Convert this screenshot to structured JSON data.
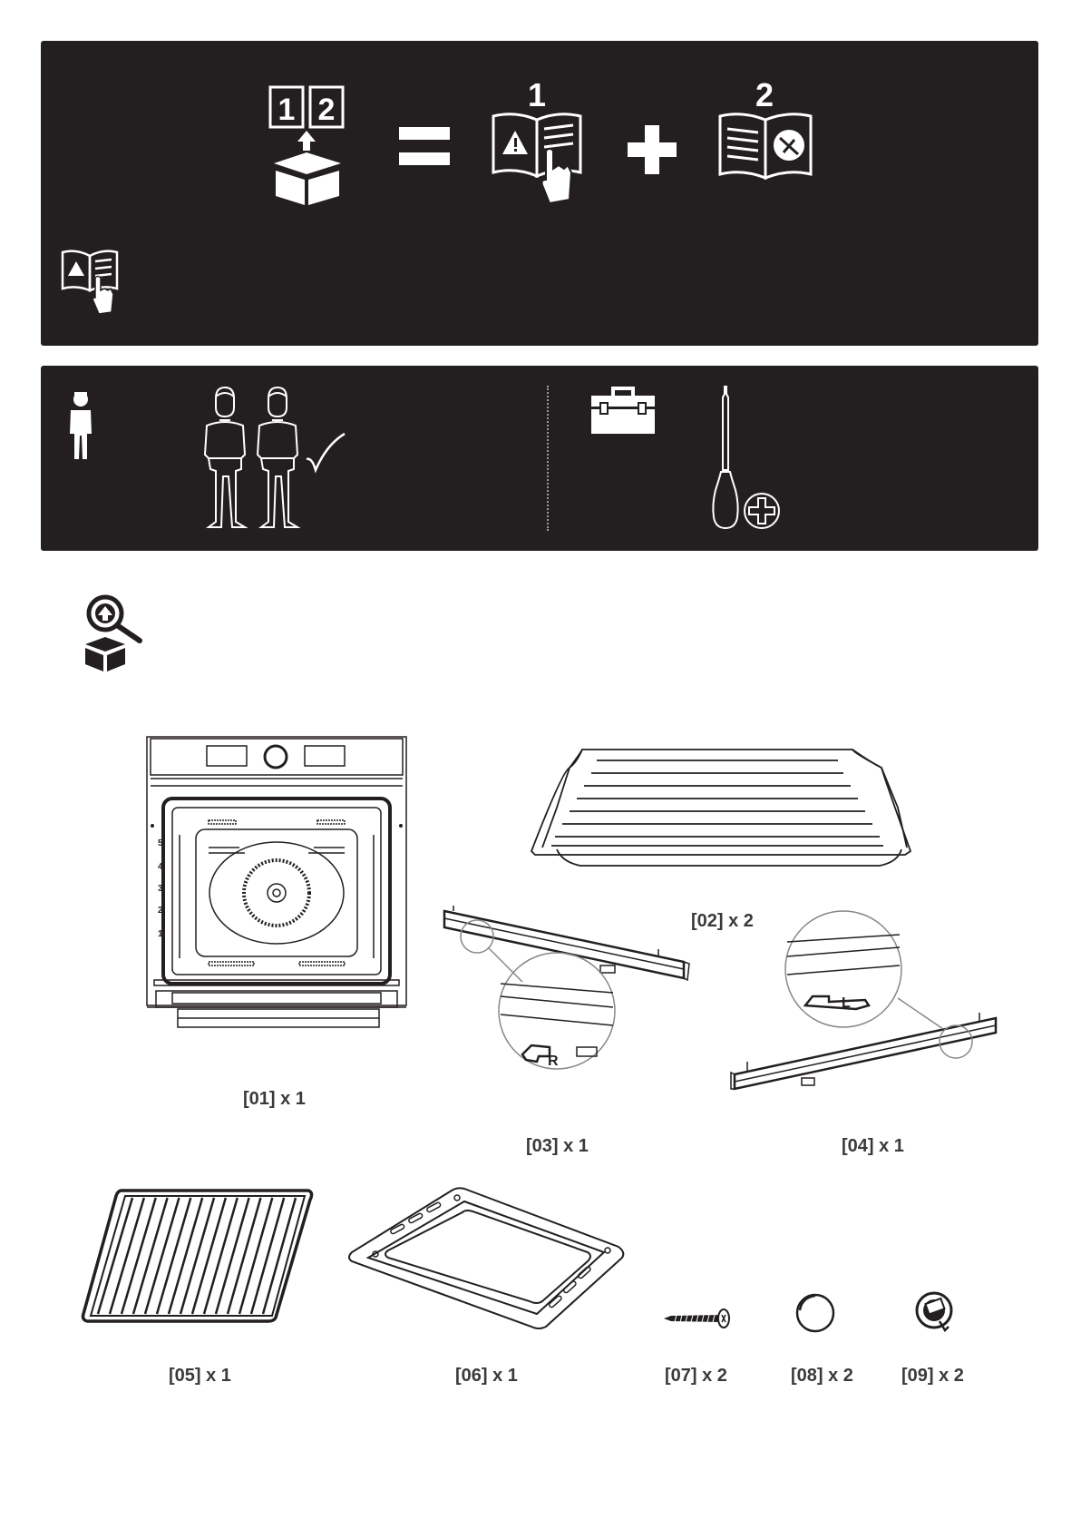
{
  "manual_header": {
    "book_number_1": "1",
    "book_number_2": "2",
    "icons": [
      "manuals-in-box-icon",
      "equals-icon",
      "safety-manual-icon",
      "plus-icon",
      "installation-manual-icon",
      "read-manual-icon"
    ]
  },
  "requirements": {
    "icons": [
      "single-person-icon",
      "two-persons-icon",
      "checkmark-icon",
      "toolbox-icon",
      "screwdriver-icon",
      "phillips-head-icon"
    ]
  },
  "unboxing": {
    "icon": "box-inspect-icon"
  },
  "parts": [
    {
      "id": "01",
      "label": "[01] x 1",
      "icon": "oven-icon"
    },
    {
      "id": "02",
      "label": "[02] x 2",
      "icon": "deep-tray-icon"
    },
    {
      "id": "03",
      "label": "[03] x 1",
      "icon": "right-rail-icon",
      "mark": "R"
    },
    {
      "id": "04",
      "label": "[04] x 1",
      "icon": "left-rail-icon",
      "mark": "L"
    },
    {
      "id": "05",
      "label": "[05] x 1",
      "icon": "wire-rack-icon"
    },
    {
      "id": "06",
      "label": "[06] x 1",
      "icon": "baking-tray-icon"
    },
    {
      "id": "07",
      "label": "[07] x 2",
      "icon": "screw-icon"
    },
    {
      "id": "08",
      "label": "[08] x 2",
      "icon": "cap-icon"
    },
    {
      "id": "09",
      "label": "[09] x 2",
      "icon": "bracket-clip-icon"
    }
  ]
}
